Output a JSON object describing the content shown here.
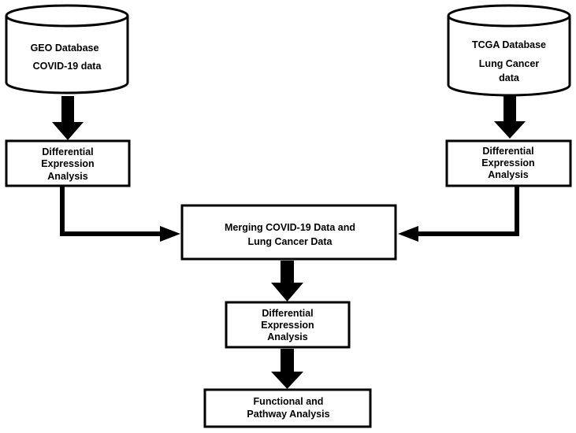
{
  "diagram": {
    "databases": {
      "geo": {
        "line1": "GEO Database",
        "line2": "COVID-19 data"
      },
      "tcga": {
        "line1": "TCGA Database",
        "line2": "Lung Cancer",
        "line3": "data"
      }
    },
    "dea_left": {
      "line1": "Differential",
      "line2": "Expression",
      "line3": "Analysis"
    },
    "dea_right": {
      "line1": "Differential",
      "line2": "Expression",
      "line3": "Analysis"
    },
    "merge": {
      "line1": "Merging COVID-19 Data and",
      "line2": "Lung Cancer Data"
    },
    "dea_center": {
      "line1": "Differential",
      "line2": "Expression",
      "line3": "Analysis"
    },
    "functional": {
      "line1": "Functional and",
      "line2": "Pathway Analysis"
    },
    "colors": {
      "stroke": "#000000",
      "fill": "#ffffff",
      "arrow": "#000000"
    }
  }
}
